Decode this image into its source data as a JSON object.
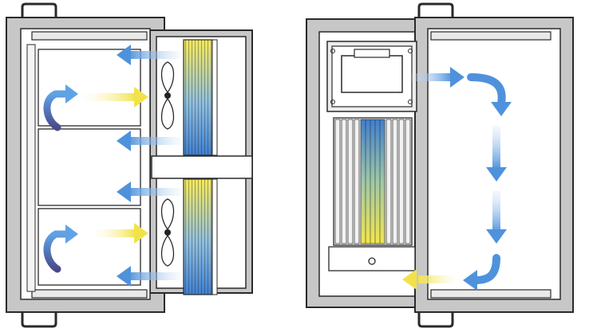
{
  "diagram": {
    "palette": {
      "frame_fill": "#c7c7c7",
      "frame_stroke": "#2a2a2a",
      "panel_fill": "#ffffff",
      "airflow_blue": "#5a9be0",
      "airflow_dark": "#3a66b8",
      "warm_yellow": "#f2e24a",
      "return_purple": "#4a4a8a"
    },
    "left_unit": {
      "description_icons": [
        "fan-icon",
        "fan-icon"
      ],
      "fans": 2,
      "heat_exchanger_fill": "gradient-yellow-to-blue"
    },
    "right_unit": {
      "description_icons": [
        "fan-box-icon"
      ],
      "heat_exchanger_fill": "gradient-blue-to-yellow"
    }
  }
}
